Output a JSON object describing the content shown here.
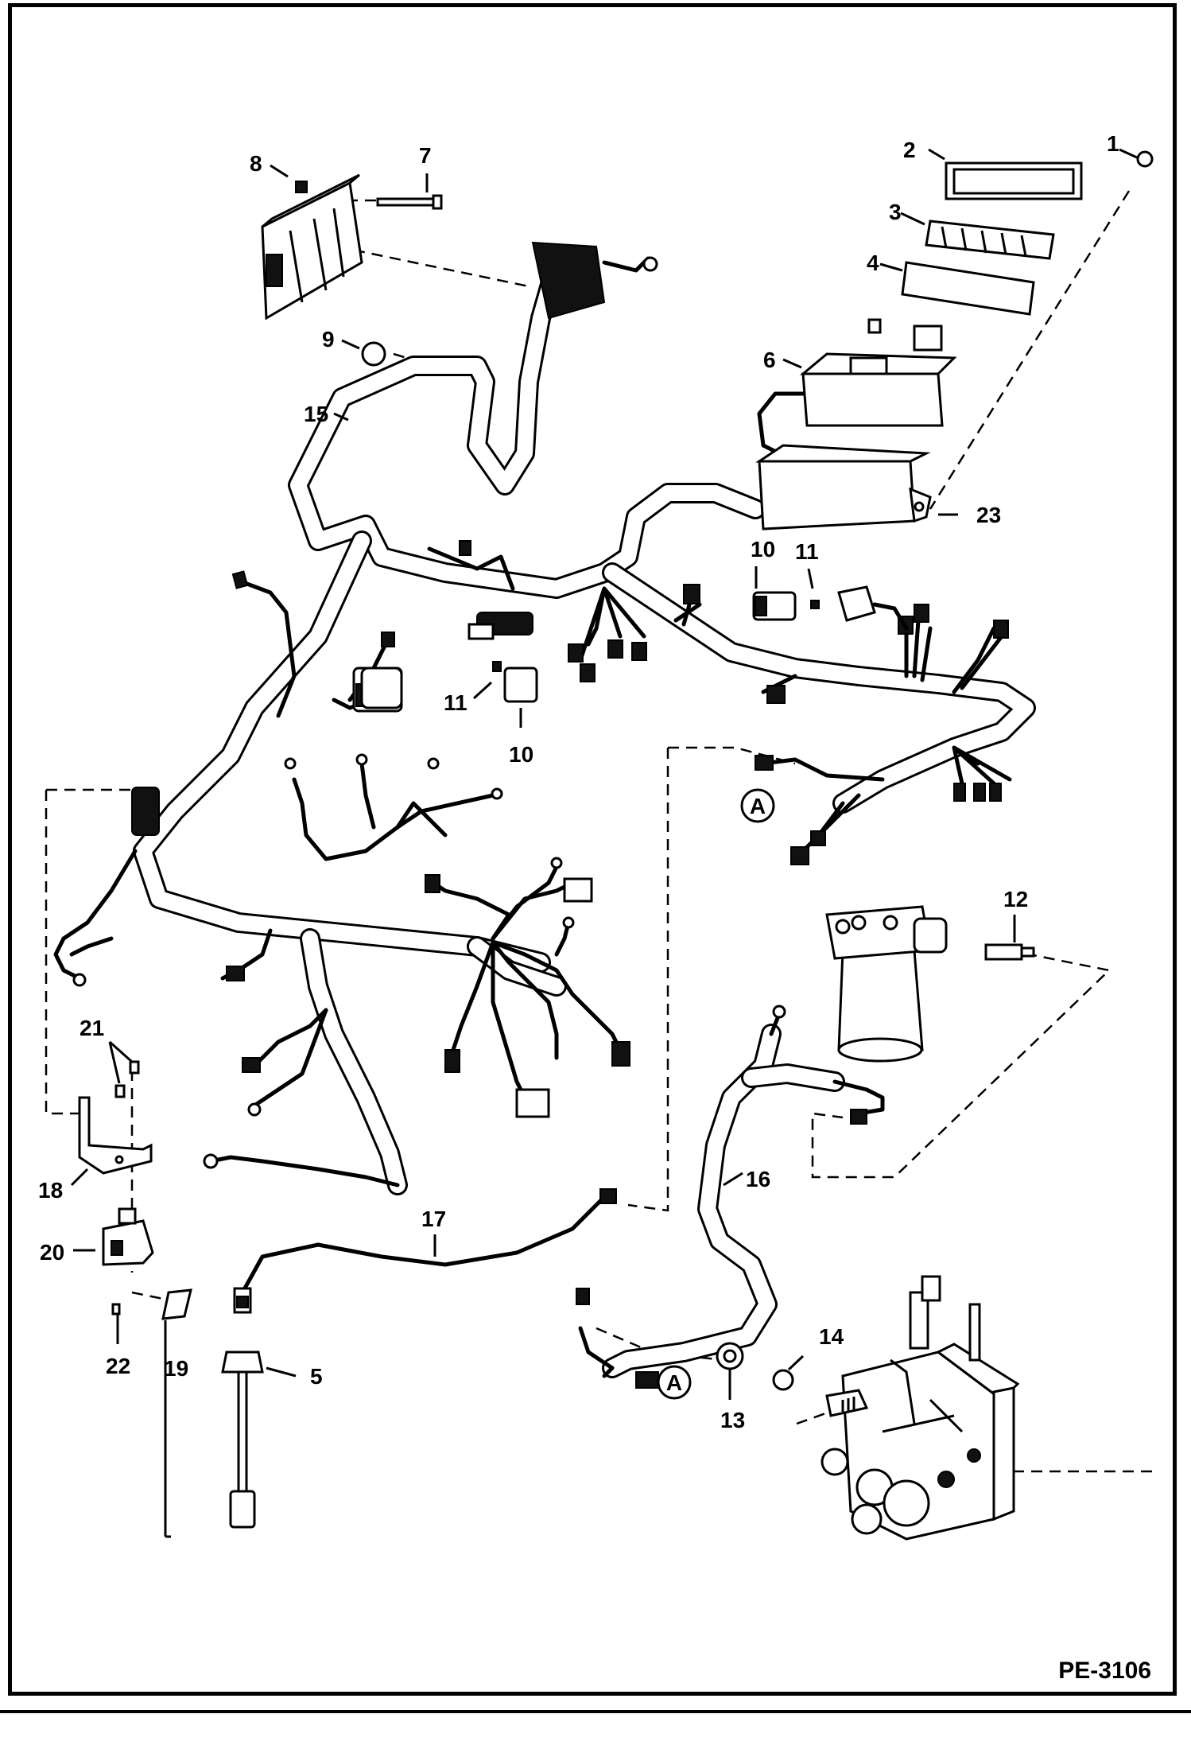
{
  "diagram": {
    "callouts": [
      {
        "id": "c1",
        "text": "1"
      },
      {
        "id": "c2",
        "text": "2"
      },
      {
        "id": "c3",
        "text": "3"
      },
      {
        "id": "c4",
        "text": "4"
      },
      {
        "id": "c5",
        "text": "5"
      },
      {
        "id": "c6",
        "text": "6"
      },
      {
        "id": "c7",
        "text": "7"
      },
      {
        "id": "c8",
        "text": "8"
      },
      {
        "id": "c9",
        "text": "9"
      },
      {
        "id": "c10a",
        "text": "10"
      },
      {
        "id": "c10b",
        "text": "10"
      },
      {
        "id": "c11a",
        "text": "11"
      },
      {
        "id": "c11b",
        "text": "11"
      },
      {
        "id": "c12",
        "text": "12"
      },
      {
        "id": "c13",
        "text": "13"
      },
      {
        "id": "c14",
        "text": "14"
      },
      {
        "id": "c15",
        "text": "15"
      },
      {
        "id": "c16",
        "text": "16"
      },
      {
        "id": "c17",
        "text": "17"
      },
      {
        "id": "c18",
        "text": "18"
      },
      {
        "id": "c19",
        "text": "19"
      },
      {
        "id": "c20",
        "text": "20"
      },
      {
        "id": "c21",
        "text": "21"
      },
      {
        "id": "c22",
        "text": "22"
      },
      {
        "id": "c23",
        "text": "23"
      }
    ],
    "connection_markers": [
      {
        "id": "markerA1",
        "text": "A"
      },
      {
        "id": "markerA2",
        "text": "A"
      }
    ],
    "figure_code": "PE-3106"
  }
}
